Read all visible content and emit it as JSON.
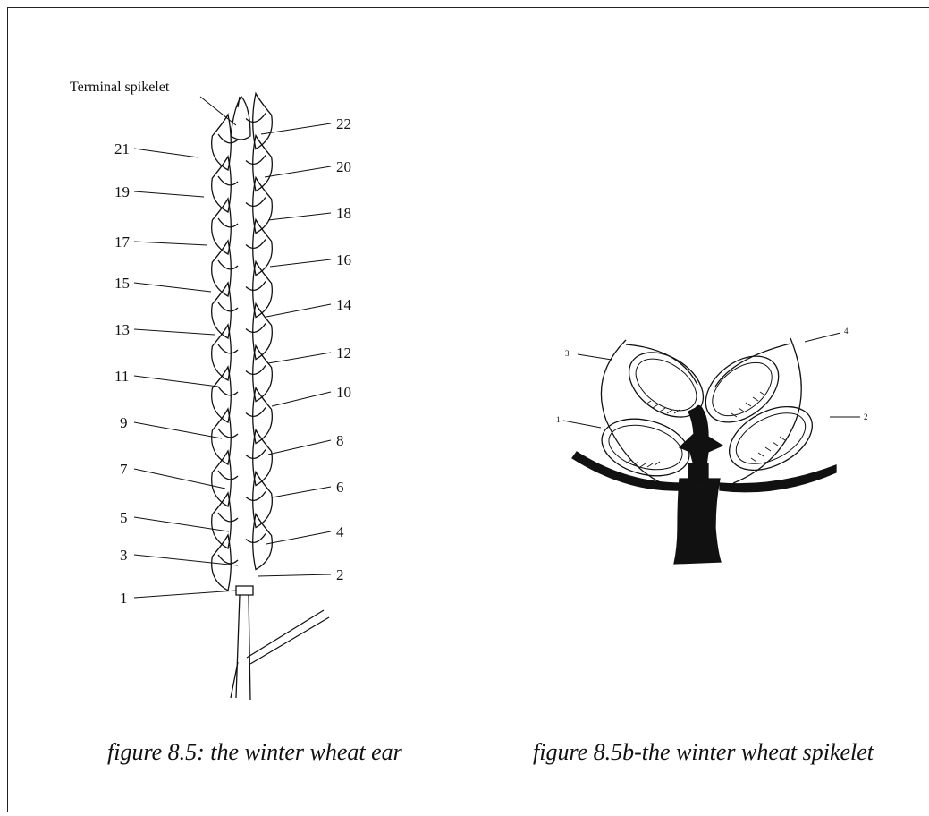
{
  "wheat_ear": {
    "terminal_label": "Terminal spikelet",
    "left_numbers": [
      "21",
      "19",
      "17",
      "15",
      "13",
      "11",
      "9",
      "7",
      "5",
      "3",
      "1"
    ],
    "right_numbers": [
      "22",
      "20",
      "18",
      "16",
      "14",
      "12",
      "10",
      "8",
      "6",
      "4",
      "2"
    ]
  },
  "spikelet": {
    "labels": [
      "3",
      "4",
      "1",
      "2"
    ]
  },
  "captions": {
    "left": "figure 8.5: the winter wheat ear",
    "right": "figure 8.5b-the winter wheat spikelet"
  }
}
